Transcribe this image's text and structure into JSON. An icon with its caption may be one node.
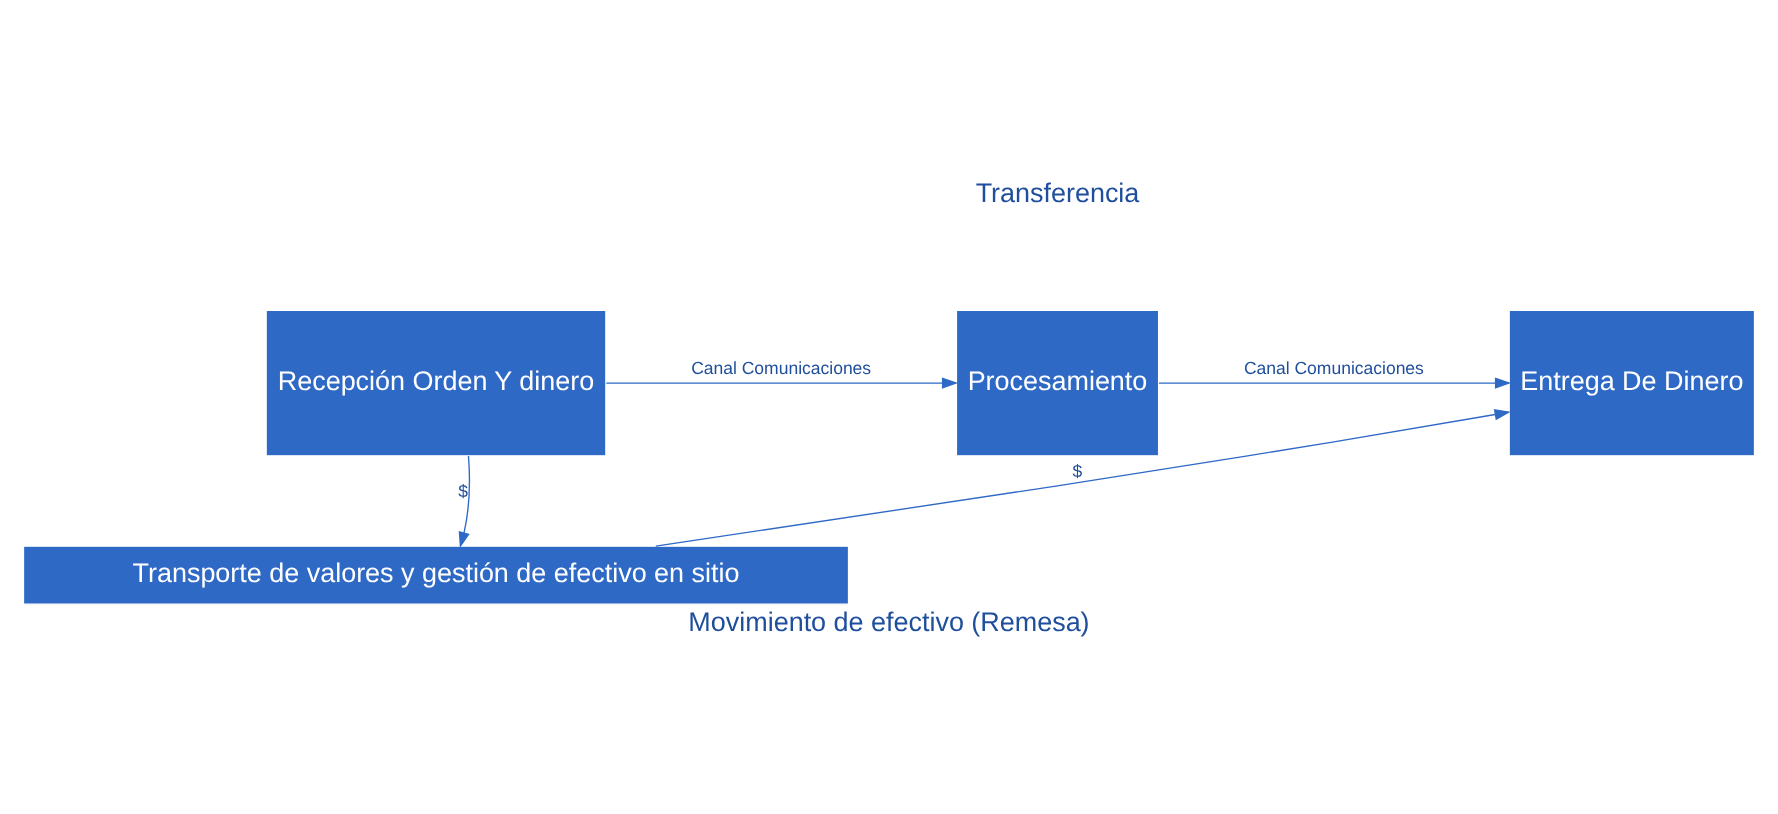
{
  "diagram": {
    "caption": "Movimiento de efectivo (Remesa)",
    "nodes": [
      {
        "text": [
          "Recepción Orden Y dinero"
        ]
      },
      {
        "text": [
          "Procesamiento"
        ]
      },
      {
        "text": [
          "Entrega De Dinero"
        ]
      },
      {
        "text": [
          "Transporte de valores y gestión de efectivo en sitio"
        ]
      }
    ],
    "edges": [
      {
        "from": 0,
        "to": 1,
        "arrow": "to",
        "label": "Canal Comunicaciones"
      },
      {
        "from": 1,
        "to": 2,
        "arrow": "to",
        "label": "Canal Comunicaciones"
      },
      {
        "from": 0,
        "to": 3,
        "arrow": "to",
        "label": "$"
      },
      {
        "from": 3,
        "to": 2,
        "arrow": "to",
        "label": "$"
      }
    ],
    "labels": [
      "Transferencia"
    ]
  }
}
